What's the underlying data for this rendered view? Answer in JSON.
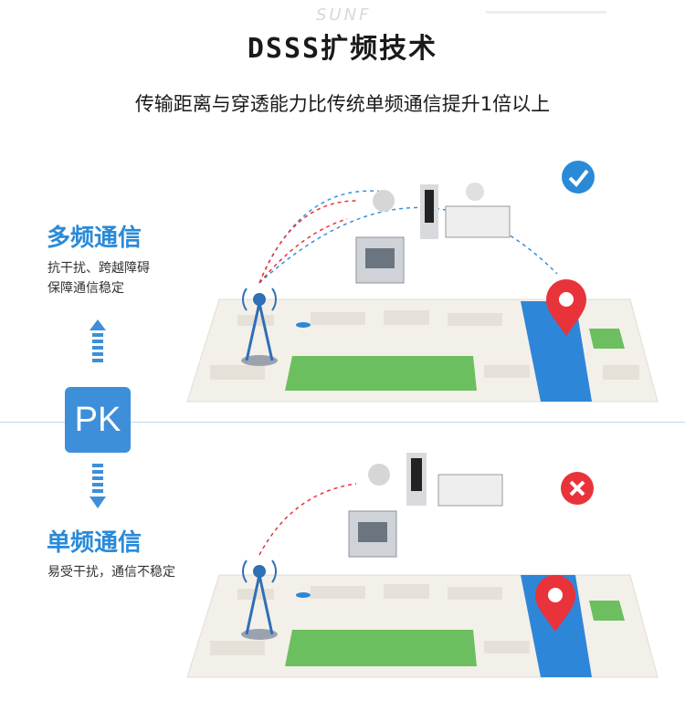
{
  "watermark": "SUNF",
  "title": "DSSS扩频技术",
  "subtitle": "传输距离与穿透能力比传统单频通信提升1倍以上",
  "pk_label": "PK",
  "multi": {
    "heading": "多频通信",
    "desc_line1": "抗干扰、跨越障碍",
    "desc_line2": "保障通信稳定"
  },
  "single": {
    "heading": "单频通信",
    "desc": "易受干扰，通信不稳定"
  },
  "colors": {
    "accent_blue": "#2a8ad8",
    "check_blue": "#2a8ad8",
    "cross_red": "#e8333a",
    "map_green": "#6cbf5f",
    "river_blue": "#2e86d8"
  },
  "icons": {
    "multi_status": "checkmark-icon",
    "single_status": "cross-icon"
  }
}
